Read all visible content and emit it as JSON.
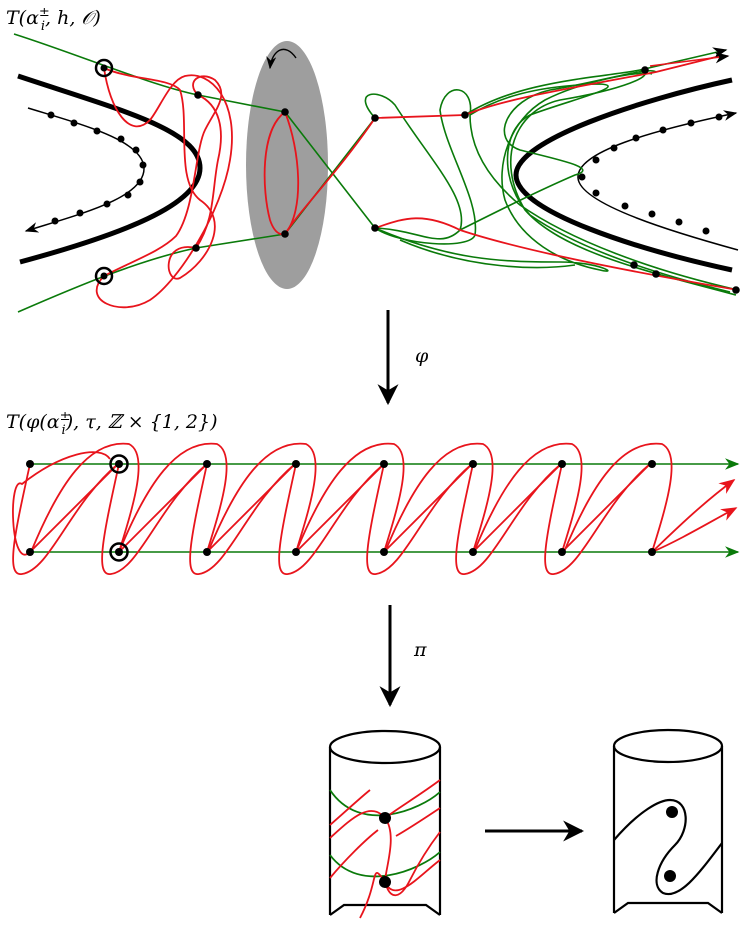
{
  "labels": {
    "top_title": "T(α",
    "top_title_sup": "±",
    "top_title_sub": "i",
    "top_title_rest": ", h, 𝒪)",
    "mid_title": "T(φ(α",
    "mid_title_sup": "±",
    "mid_title_sub": "i",
    "mid_title_rest": "), τ, ℤ × {1, 2})",
    "phi": "φ",
    "pi": "π"
  },
  "colors": {
    "green": "#0a7a0a",
    "red": "#e8141c",
    "black": "#000000",
    "gray": "#9e9e9e"
  }
}
